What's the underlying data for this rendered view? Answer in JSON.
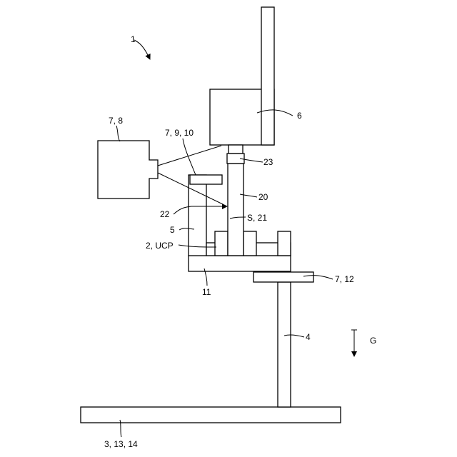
{
  "figure": {
    "labels": {
      "device": "1",
      "camera_unit": "7, 8",
      "light_unit": "7, 9, 10",
      "head": "6",
      "nozzle_tip": "23",
      "tube": "20",
      "deflection": "22",
      "sample": "S, 21",
      "frame": "5",
      "holder": "2, UCP",
      "plate": "11",
      "rotary": "7, 12",
      "column": "4",
      "gravity": "G",
      "base": "3, 13, 14"
    }
  }
}
